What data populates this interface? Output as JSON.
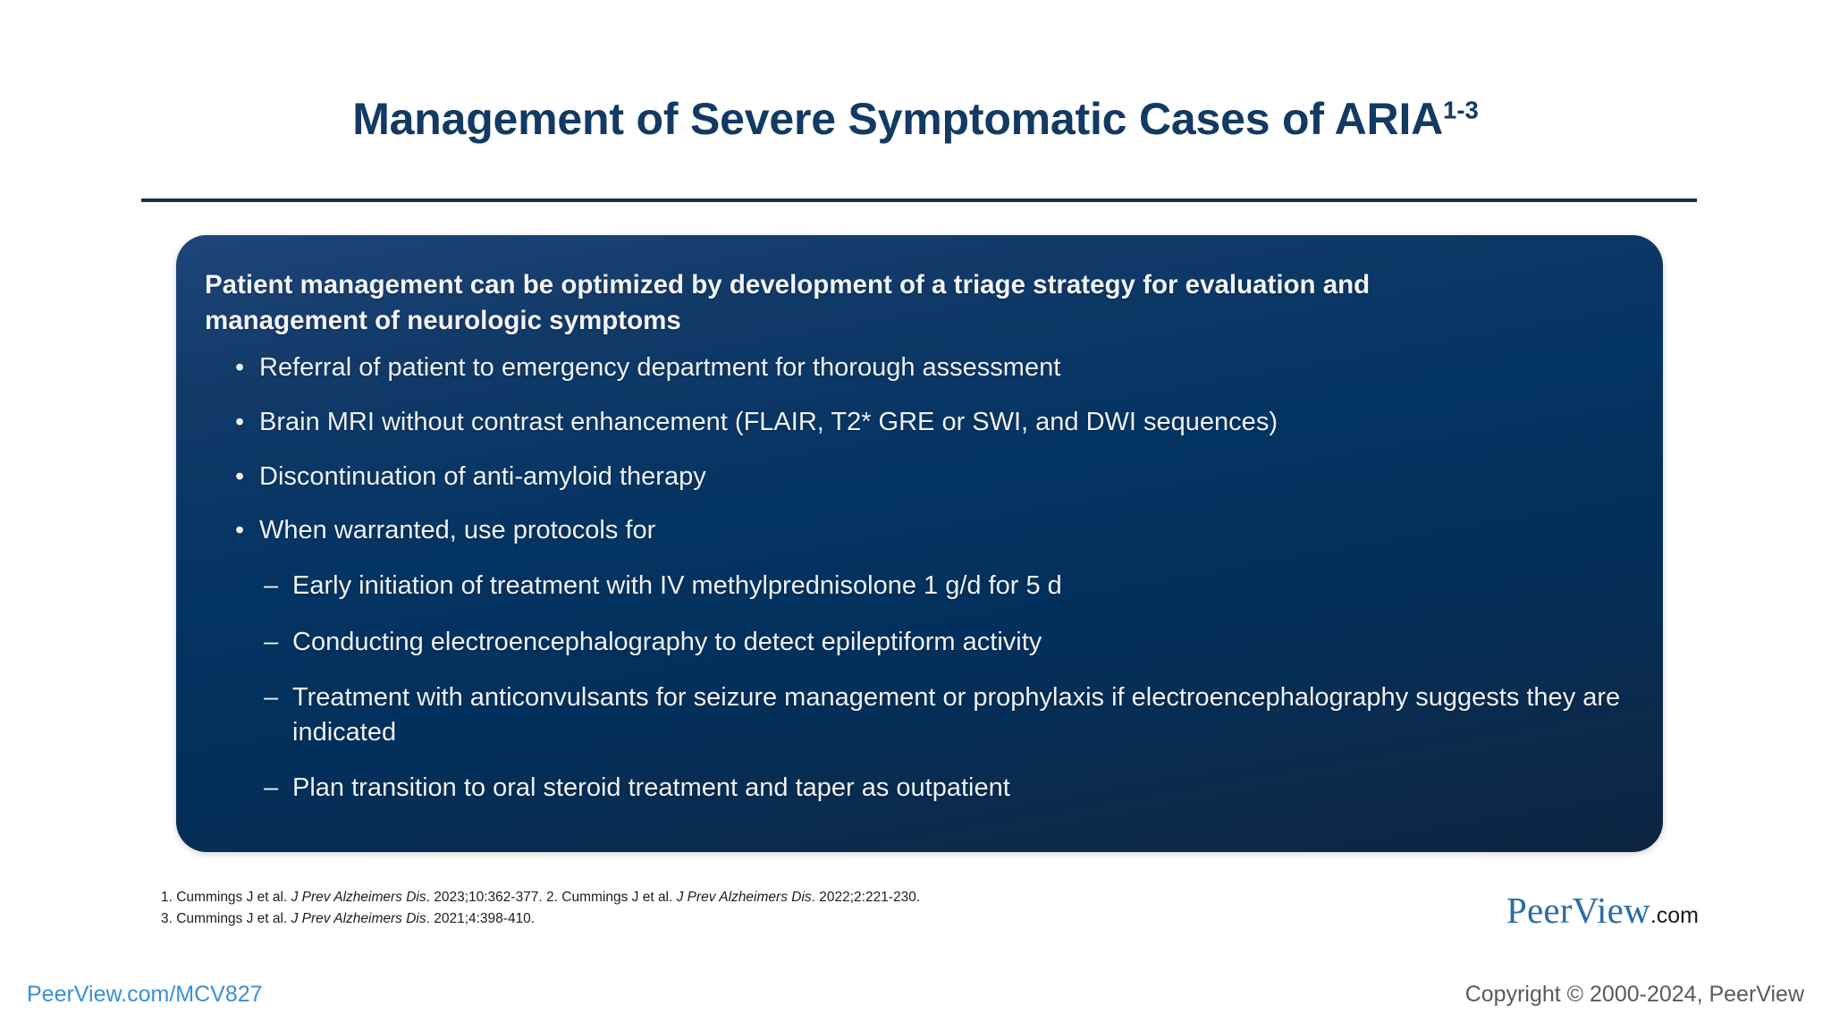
{
  "slide": {
    "title_main": "Management of Severe Symptomatic Cases of ARIA",
    "title_superscript": "1-3"
  },
  "card": {
    "heading": "Patient management can be optimized by development of a triage strategy for evaluation and management of neurologic symptoms",
    "bullet_marker": "•",
    "sub_marker": "–",
    "bullets": [
      {
        "text": "Referral of patient to emergency department for thorough assessment"
      },
      {
        "text": "Brain MRI without contrast enhancement (FLAIR, T2* GRE or SWI, and DWI sequences)"
      },
      {
        "text": "Discontinuation of anti-amyloid therapy"
      },
      {
        "text": "When warranted, use protocols for"
      }
    ],
    "subbullets": [
      {
        "text": "Early initiation of treatment with IV methylprednisolone 1 g/d for 5 d"
      },
      {
        "text": "Conducting electroencephalography to detect epileptiform activity"
      },
      {
        "text": "Treatment with anticonvulsants for seizure management or prophylaxis if electroencephalography suggests they are indicated"
      },
      {
        "text": "Plan transition to oral steroid treatment and taper as outpatient"
      }
    ]
  },
  "references": {
    "line1_a": "1. Cummings J et al. ",
    "line1_journal1": "J Prev Alzheimers Dis",
    "line1_b": ". 2023;10:362-377. 2. Cummings J et al. ",
    "line1_journal2": "J Prev Alzheimers Dis",
    "line1_c": ". 2022;2:221-230.",
    "line2_a": "3. Cummings J et al. ",
    "line2_journal1": "J Prev Alzheimers Dis",
    "line2_b": ". 2021;4:398-410."
  },
  "logo": {
    "name": "PeerView",
    "suffix": ".com"
  },
  "footer": {
    "link": "PeerView.com/MCV827",
    "copyright": "Copyright © 2000-2024, PeerView"
  },
  "colors": {
    "title": "#123a63",
    "card_top": "#1e4578",
    "card_bottom": "#0d2442",
    "rule": "#14314f",
    "footer_link": "#3b8fd4",
    "logo_blue": "#2b6ca8"
  }
}
